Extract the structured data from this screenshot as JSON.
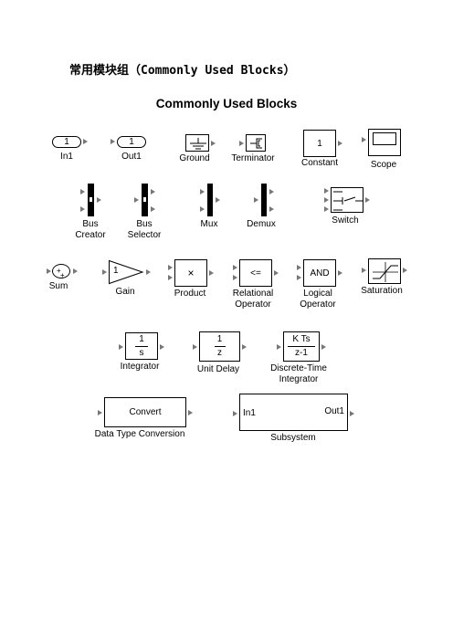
{
  "document": {
    "title": "常用模块组（Commonly Used Blocks）",
    "library_title": "Commonly Used Blocks"
  },
  "blocks": {
    "in1": {
      "value": "1",
      "label": "In1"
    },
    "out1": {
      "value": "1",
      "label": "Out1"
    },
    "ground": {
      "label": "Ground"
    },
    "terminator": {
      "label": "Terminator"
    },
    "constant": {
      "value": "1",
      "label": "Constant"
    },
    "scope": {
      "label": "Scope"
    },
    "bus_creator": {
      "label": "Bus\nCreator"
    },
    "bus_selector": {
      "label": "Bus\nSelector"
    },
    "mux": {
      "label": "Mux"
    },
    "demux": {
      "label": "Demux"
    },
    "switch": {
      "label": "Switch"
    },
    "sum": {
      "label": "Sum"
    },
    "gain": {
      "value": "1",
      "label": "Gain"
    },
    "product": {
      "symbol": "×",
      "label": "Product"
    },
    "relational": {
      "symbol": "<=",
      "label": "Relational\nOperator"
    },
    "logical": {
      "symbol": "AND",
      "label": "Logical\nOperator"
    },
    "saturation": {
      "label": "Saturation"
    },
    "integrator": {
      "num": "1",
      "den": "s",
      "label": "Integrator"
    },
    "unit_delay": {
      "num": "1",
      "den": "z",
      "label": "Unit Delay"
    },
    "dt_integrator": {
      "num": "K Ts",
      "den": "z-1",
      "label": "Discrete-Time\nIntegrator"
    },
    "data_type_conversion": {
      "value": "Convert",
      "label": "Data Type Conversion"
    },
    "subsystem": {
      "in": "In1",
      "out": "Out1",
      "label": "Subsystem"
    }
  }
}
